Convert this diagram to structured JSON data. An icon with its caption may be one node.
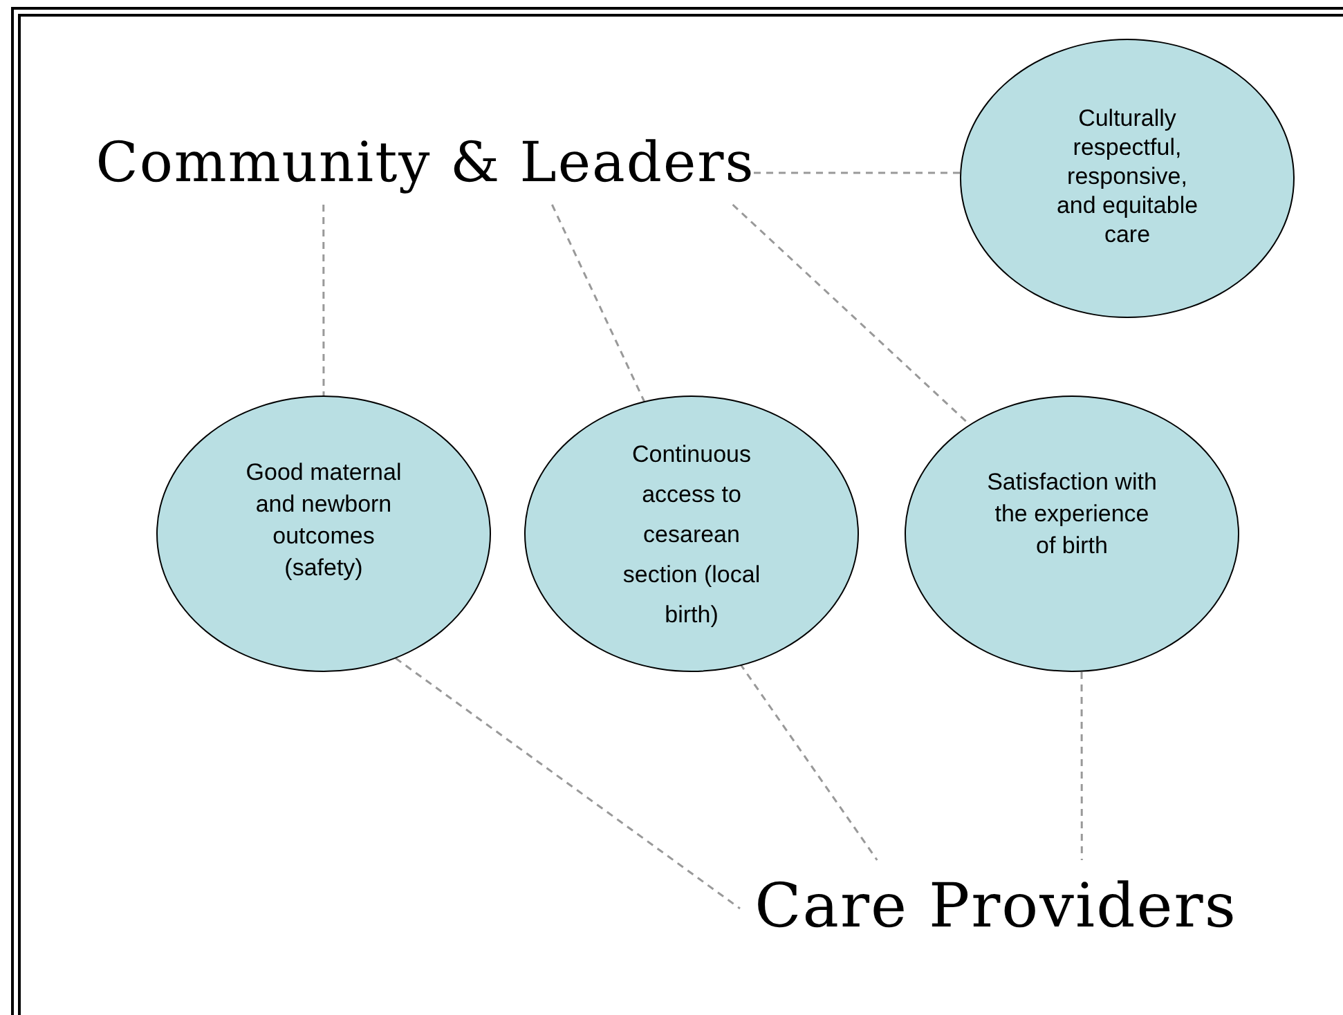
{
  "diagram": {
    "nodes": [
      {
        "text": [
          "Community & Leaders"
        ]
      },
      {
        "text": [
          "Culturally respectful, responsive, and equitable care"
        ]
      },
      {
        "text": [
          "Good maternal and newborn outcomes (safety)"
        ]
      },
      {
        "text": [
          "Continuous access to cesarean section (local birth)"
        ]
      },
      {
        "text": [
          "Satisfaction with the experience of birth"
        ]
      },
      {
        "text": [
          "Care Providers"
        ]
      }
    ],
    "edges": [
      {
        "from": 0,
        "to": 1,
        "arrow": "none",
        "style": "dashed"
      },
      {
        "from": 0,
        "to": 2,
        "arrow": "none",
        "style": "dashed"
      },
      {
        "from": 0,
        "to": 3,
        "arrow": "none",
        "style": "dashed"
      },
      {
        "from": 0,
        "to": 4,
        "arrow": "none",
        "style": "dashed"
      },
      {
        "from": 2,
        "to": 5,
        "arrow": "none",
        "style": "dashed"
      },
      {
        "from": 3,
        "to": 5,
        "arrow": "none",
        "style": "dashed"
      },
      {
        "from": 4,
        "to": 5,
        "arrow": "none",
        "style": "dashed"
      }
    ]
  }
}
